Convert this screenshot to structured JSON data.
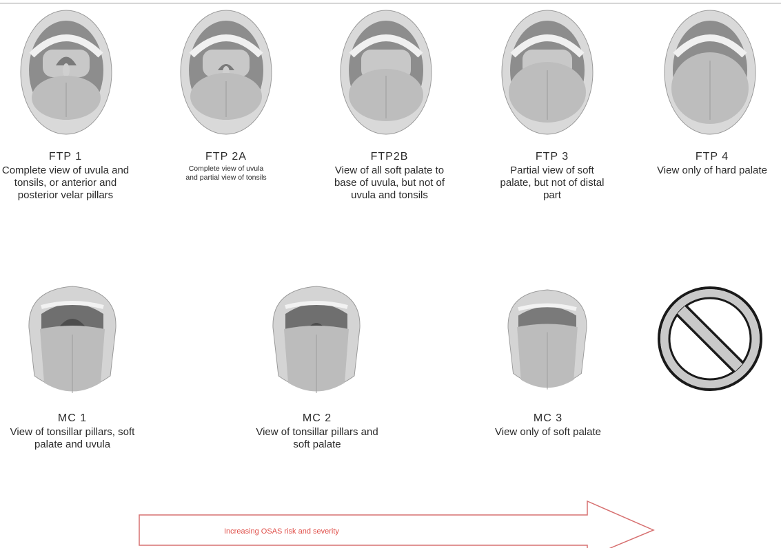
{
  "colors": {
    "skin": "#d6d6d6",
    "mouth_dark": "#8a8a8a",
    "tongue": "#b9b9b9",
    "arrow_stroke": "#d77070",
    "arrow_text": "#e0504a"
  },
  "ftp": [
    {
      "title": "FTP 1",
      "desc": "Complete view of uvula and tonsils, or anterior and posterior velar pillars"
    },
    {
      "title": "FTP 2A",
      "desc": "Complete view of uvula and partial view of tonsils"
    },
    {
      "title": "FTP2B",
      "desc": "View of all soft palate to base of uvula, but not of uvula and tonsils"
    },
    {
      "title": "FTP 3",
      "desc": "Partial view of soft palate, but not of distal part"
    },
    {
      "title": "FTP 4",
      "desc": "View only of hard palate"
    }
  ],
  "mc": [
    {
      "title": "MC 1",
      "desc": "View of tonsillar pillars, soft palate and uvula"
    },
    {
      "title": "MC 2",
      "desc": "View of tonsillar pillars and soft palate"
    },
    {
      "title": "MC 3",
      "desc": "View only of soft palate"
    }
  ],
  "icons": {
    "ftp_mouth": "mouth-open-palate-icon",
    "mc_mouth": "mouth-tongue-out-icon",
    "not_applicable": "prohibition-icon"
  },
  "arrow": {
    "label": "Increasing OSAS risk and severity"
  }
}
